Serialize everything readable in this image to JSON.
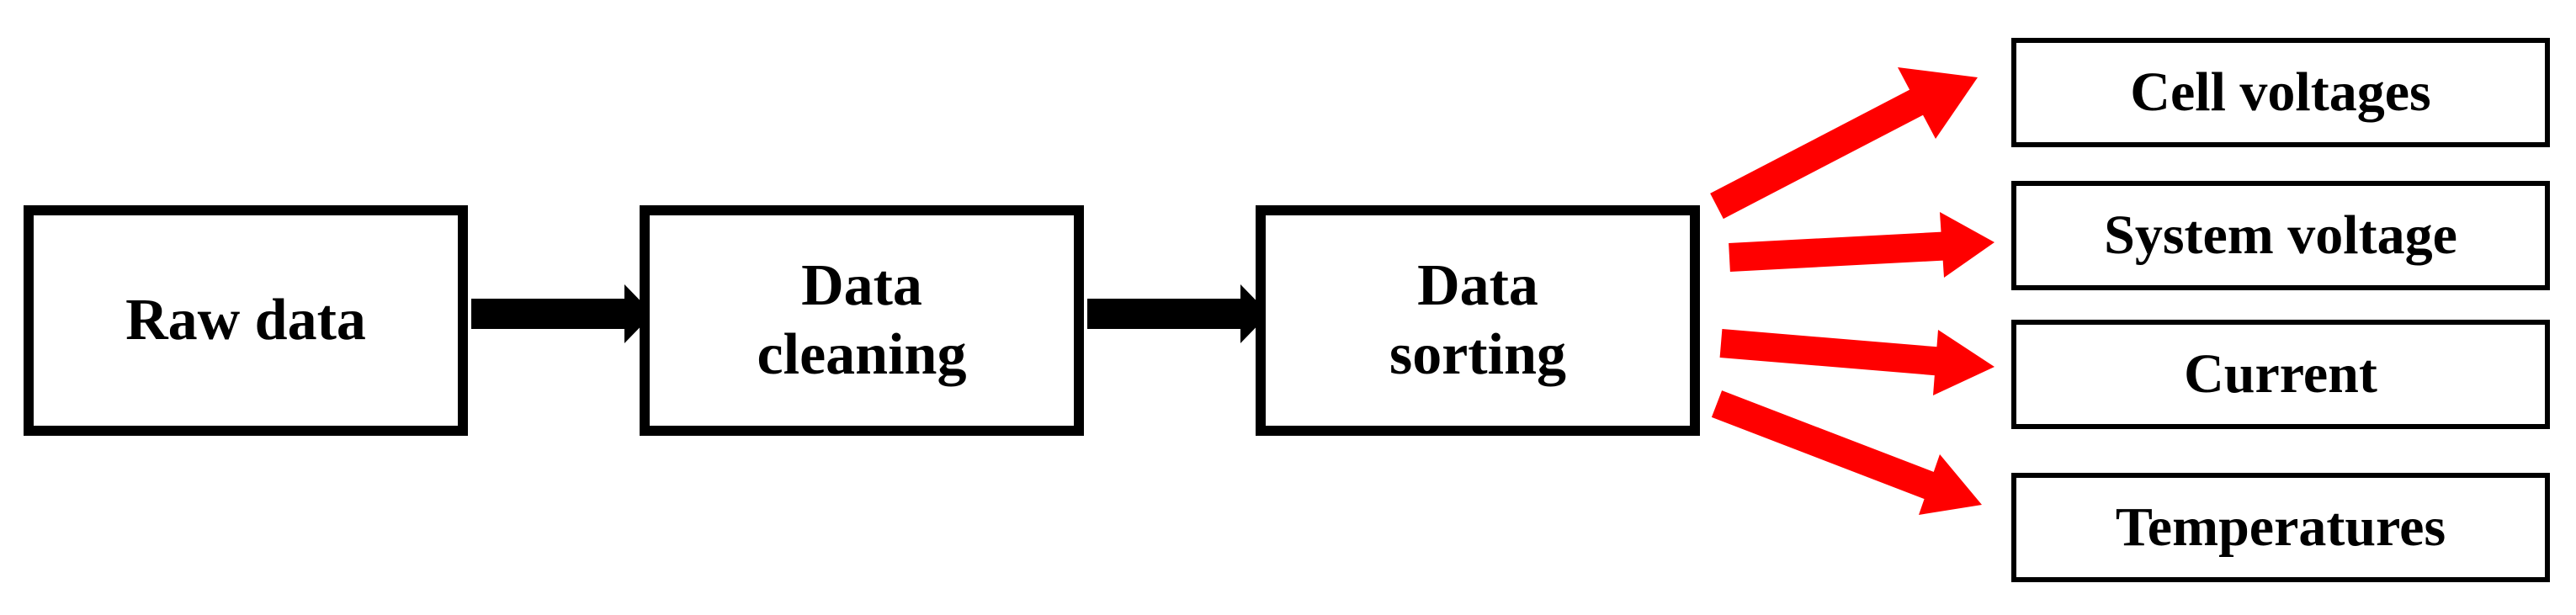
{
  "colors": {
    "box_border": "#000000",
    "flow_arrow": "#000000",
    "branch_arrow": "#ff0000"
  },
  "nodes": {
    "raw_data": "Raw data",
    "data_cleaning": "Data\ncleaning",
    "data_sorting": "Data\nsorting"
  },
  "outputs": {
    "cell_voltages": "Cell voltages",
    "system_voltage": "System voltage",
    "current": "Current",
    "temperatures": "Temperatures"
  }
}
